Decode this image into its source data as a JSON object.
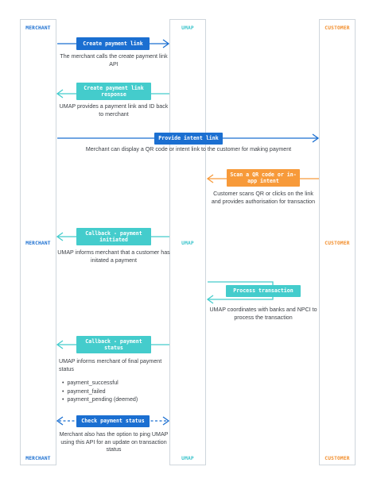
{
  "lanes": {
    "merchant": "MERCHANT",
    "umap": "UMAP",
    "customer": "CUSTOMER"
  },
  "colors": {
    "merchant_blue": "#1b6fd1",
    "umap_teal": "#44cccc",
    "customer_orange": "#f79a3a"
  },
  "steps": [
    {
      "label": "Create payment link",
      "note": "The merchant calls the create payment link API"
    },
    {
      "label": "Create payment link response",
      "note": "UMAP provides a payment link and ID back to merchant"
    },
    {
      "label": "Provide intent link",
      "note": "Merchant can display a QR code or intent link to the customer for making payment"
    },
    {
      "label": "Scan a QR code or in-app intent",
      "note": "Customer scans QR or clicks on the link and provides authorisation for transaction"
    },
    {
      "label": "Callback - payment initiated",
      "note": "UMAP informs merchant that a customer has initated a payment"
    },
    {
      "label": "Process transaction",
      "note": "UMAP coordinates with banks and NPCI to process the transaction"
    },
    {
      "label": "Callback - payment status",
      "note": "UMAP informs merchant of final payment status",
      "bullets": [
        "payment_successful",
        "payment_failed",
        "payment_pending (deemed)"
      ]
    },
    {
      "label": "Check payment status",
      "note": "Merchant also has the option to ping UMAP using this API for an update on transaction status"
    }
  ]
}
